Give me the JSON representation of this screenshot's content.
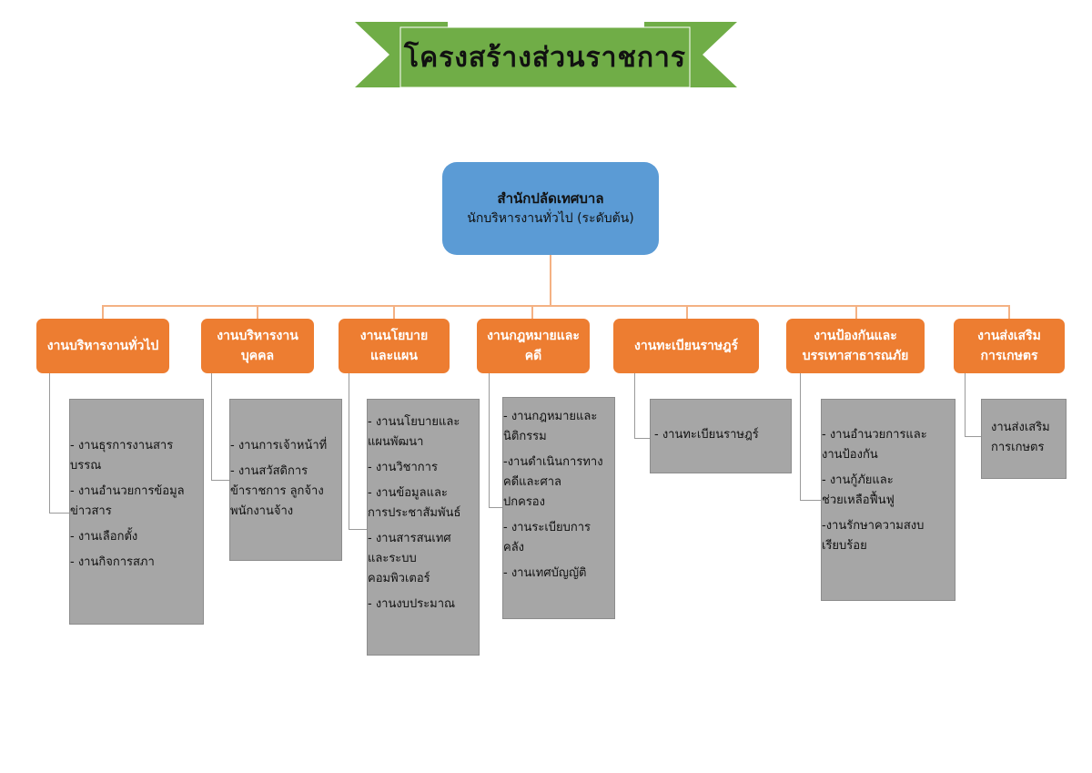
{
  "title": "โครงสร้างส่วนราชการ",
  "colors": {
    "banner": "#70ad47",
    "root": "#5b9bd5",
    "dept": "#ed7d31",
    "sub": "#a6a6a6",
    "connector": "#f4b183"
  },
  "root": {
    "line1": "สำนักปลัดเทศบาล",
    "line2": "นักบริหารงานทั่วไป (ระดับต้น)"
  },
  "departments": [
    {
      "label": "งานบริหารงานทั่วไป",
      "items": [
        "- งานธุรการงานสาร\nบรรณ",
        "- งานอำนวยการข้อมูล\nข่าวสาร",
        "- งานเลือกตั้ง",
        "- งานกิจการสภา"
      ]
    },
    {
      "label": "งานบริหารงาน\nบุคคล",
      "items": [
        "- งานการเจ้าหน้าที่",
        "- งานสวัสดิการ\nข้าราชการ ลูกจ้าง\nพนักงานจ้าง"
      ]
    },
    {
      "label": "งานนโยบาย\nและแผน",
      "items": [
        "- งานนโยบายและ\nแผนพัฒนา",
        "- งานวิชาการ",
        "- งานข้อมูลและ\nการประชาสัมพันธ์",
        "- งานสารสนเทศ\nและระบบ\nคอมพิวเตอร์",
        "-  งานงบประมาณ"
      ]
    },
    {
      "label": "งานกฎหมายและ\nคดี",
      "items": [
        "- งานกฎหมายและ\nนิติกรรม",
        "-งานดำเนินการทาง\nคดีและศาล\nปกครอง",
        "- งานระเบียบการ\nคลัง",
        "- งานเทศบัญญัติ"
      ]
    },
    {
      "label": "งานทะเบียนราษฎร์",
      "items": [
        "- งานทะเบียนราษฎร์"
      ]
    },
    {
      "label": "งานป้องกันและ\nบรรเทาสาธารณภัย",
      "items": [
        "- งานอำนวยการและ\nงานป้องกัน",
        "- งานกู้ภัยและ\nช่วยเหลือฟื้นฟู",
        "-งานรักษาความสงบ\nเรียบร้อย"
      ]
    },
    {
      "label": "งานส่งเสริม\nการเกษตร",
      "items": [
        "งานส่งเสริม\nการเกษตร"
      ]
    }
  ]
}
